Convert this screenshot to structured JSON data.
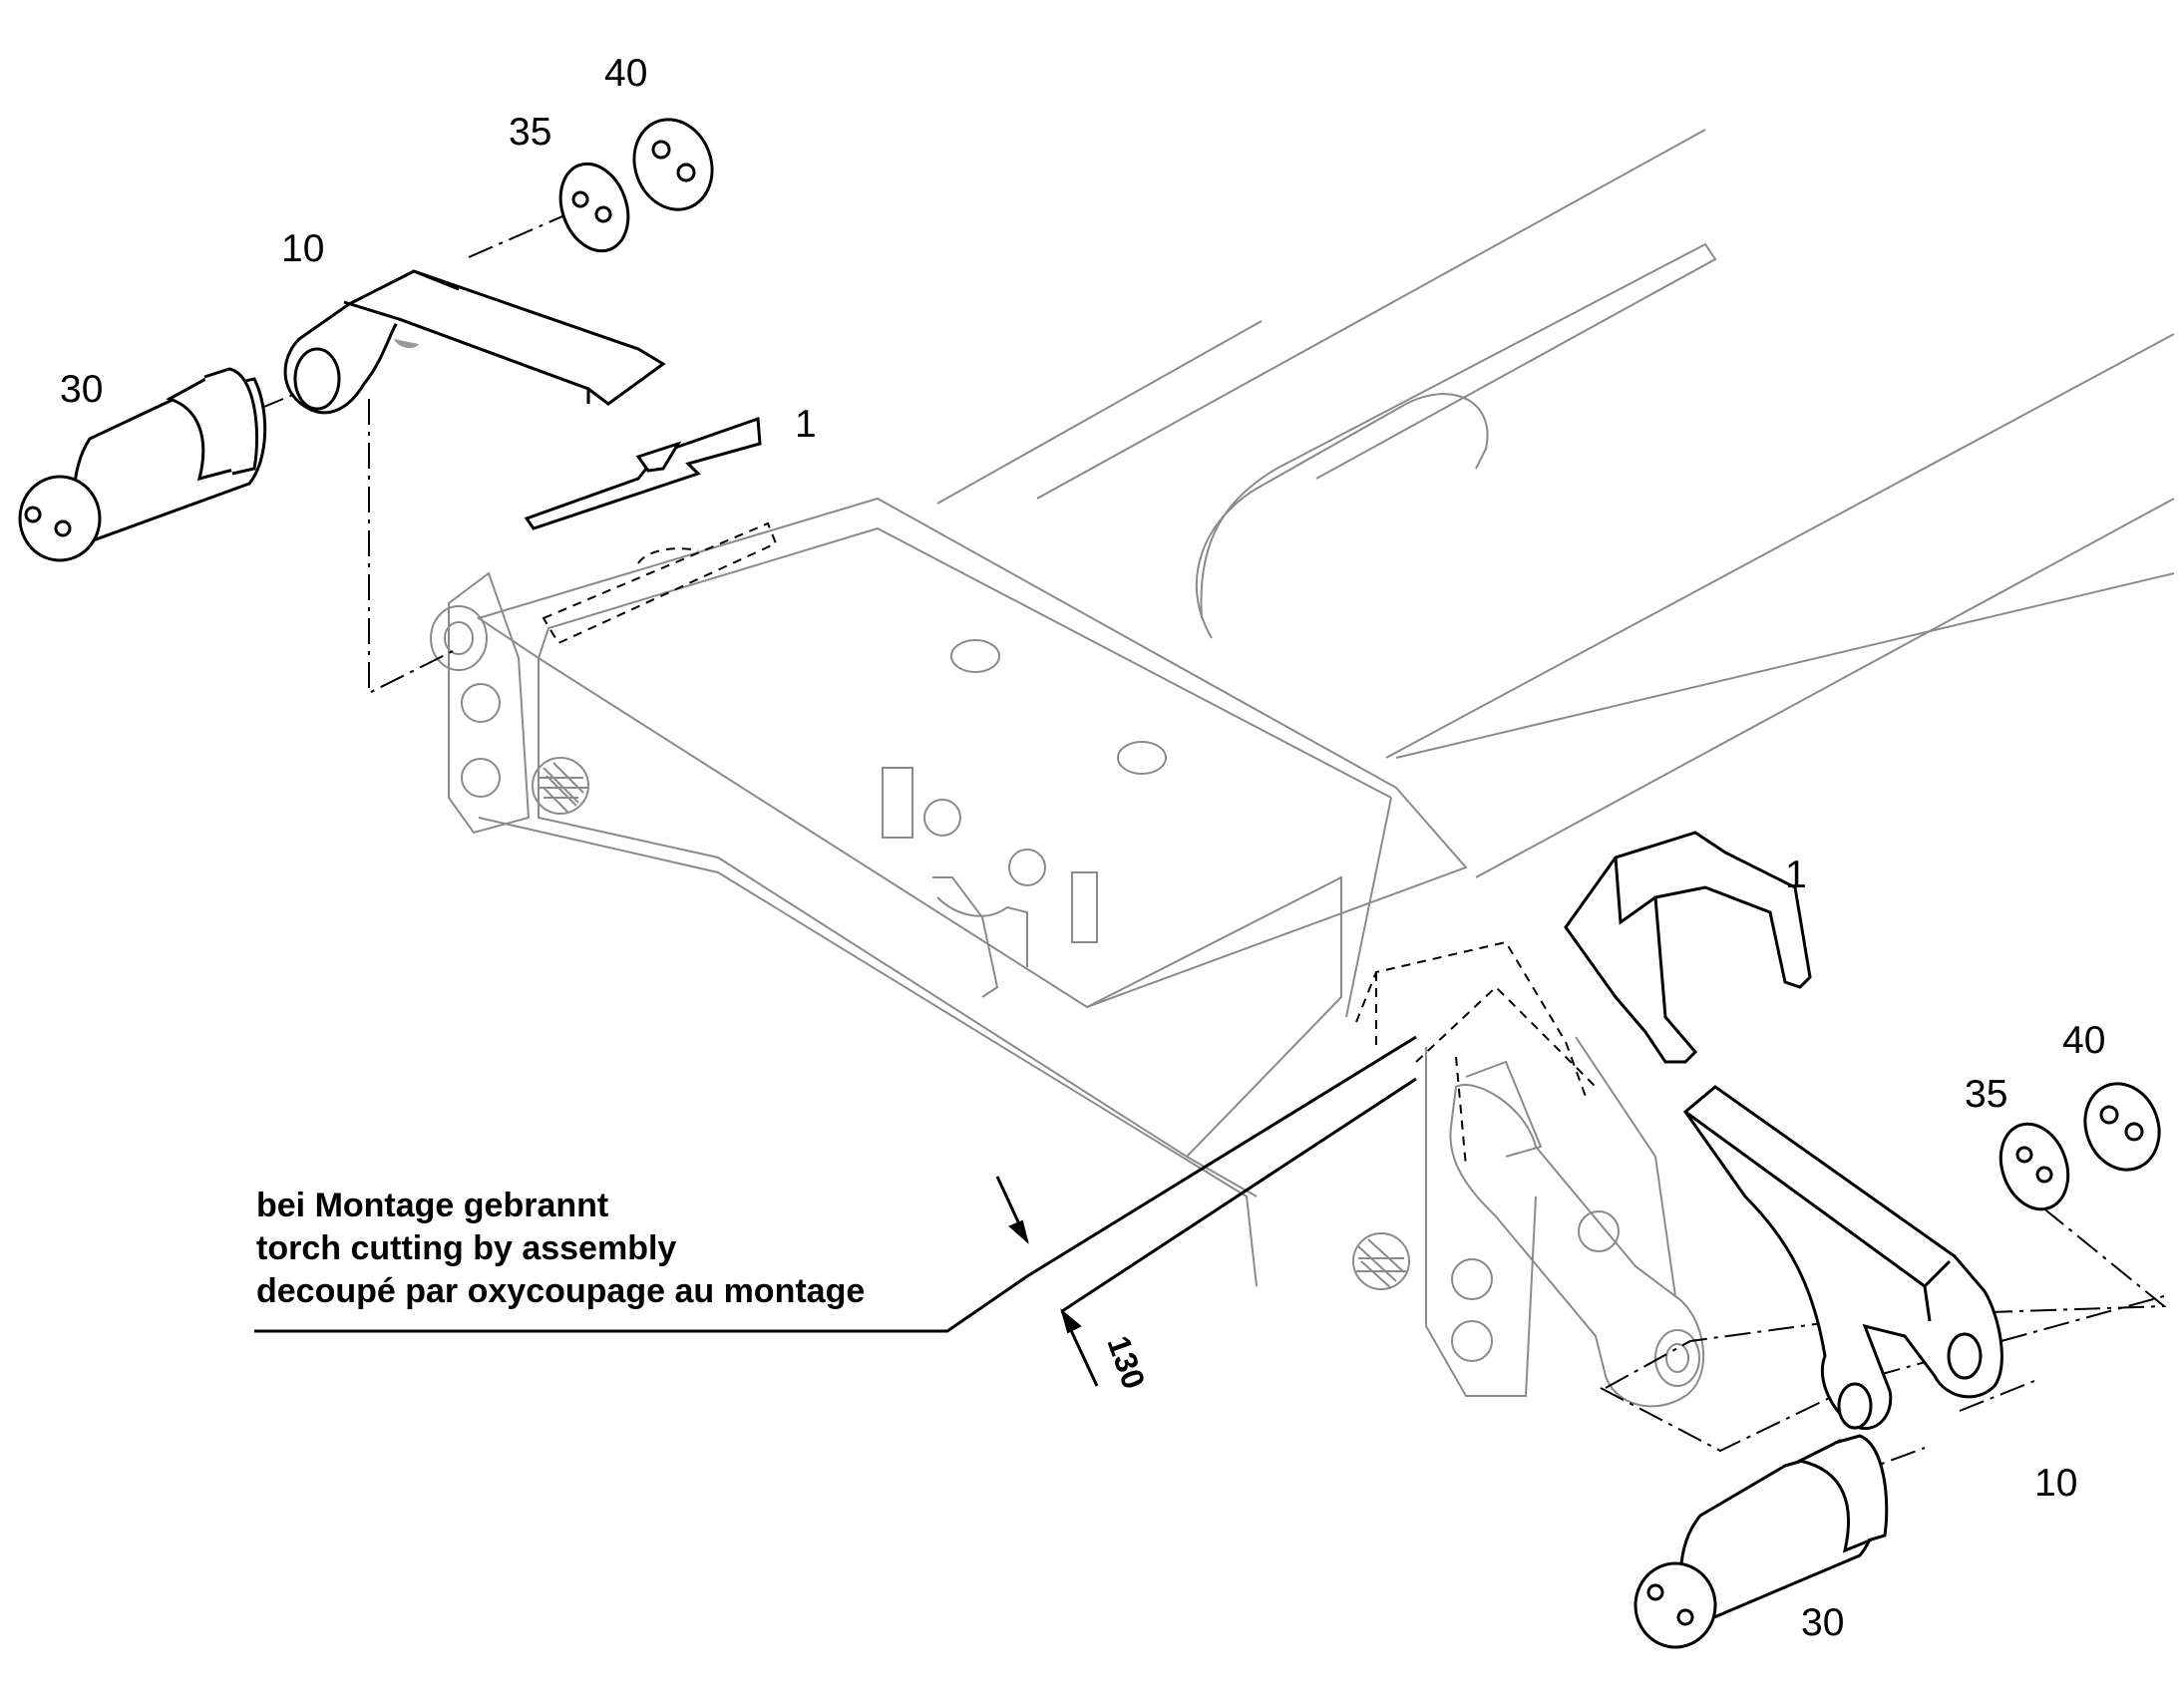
{
  "callouts": {
    "top_left": {
      "c40": "40",
      "c35": "35",
      "c10": "10",
      "c30": "30",
      "c1": "1"
    },
    "bottom_right": {
      "c1": "1",
      "c40": "40",
      "c35": "35",
      "c10": "10",
      "c30": "30"
    }
  },
  "note": {
    "line1": "bei Montage gebrannt",
    "line2": "torch cutting by assembly",
    "line3": "decoupé par oxycoupage au montage"
  },
  "dimension": {
    "value": "130"
  }
}
